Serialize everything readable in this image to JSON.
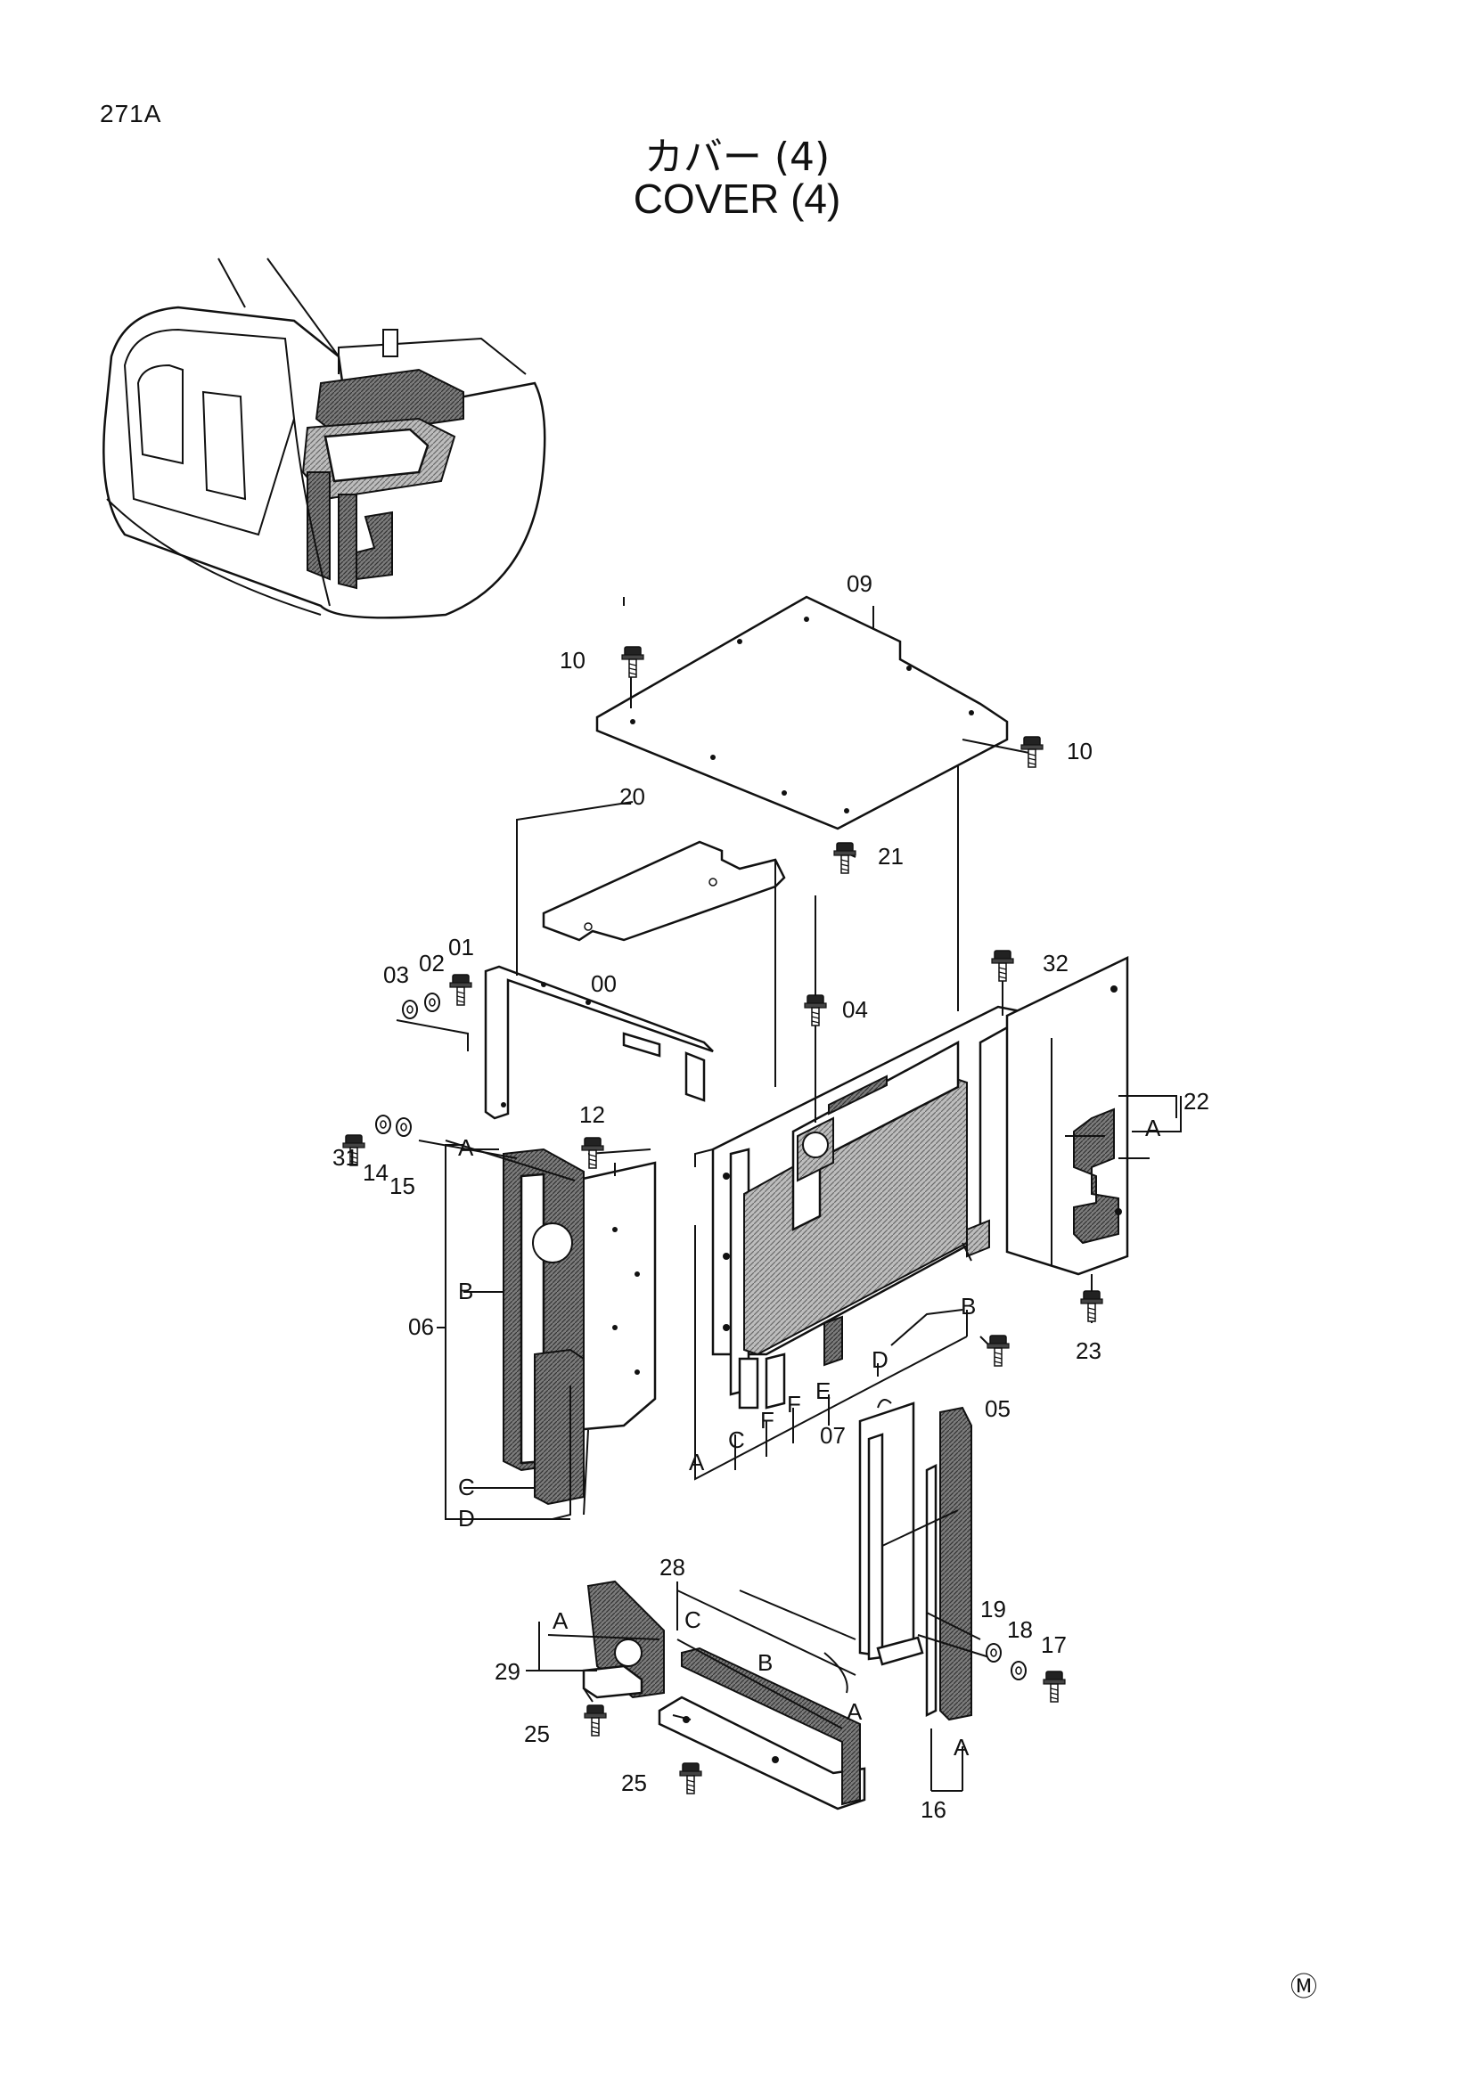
{
  "page_code": "271A",
  "title_jp": "カバー (4)",
  "title_en": "COVER (4)",
  "mark": "Ⓜ",
  "callouts": {
    "p00": "00",
    "p01": "01",
    "p02": "02",
    "p03": "03",
    "p04": "04",
    "p05": "05",
    "p06": "06",
    "p07": "07",
    "p09": "09",
    "p10a": "10",
    "p10b": "10",
    "p12": "12",
    "p14": "14",
    "p15": "15",
    "p16": "16",
    "p17": "17",
    "p18": "18",
    "p19": "19",
    "p20": "20",
    "p21": "21",
    "p22": "22",
    "p23": "23",
    "p25a": "25",
    "p25b": "25",
    "p28": "28",
    "p29": "29",
    "p31": "31",
    "p32": "32"
  },
  "letters": {
    "a": "A",
    "b": "B",
    "c": "C",
    "d": "D",
    "e": "E",
    "f": "F"
  },
  "icons": {
    "fastener": "bolt-icon",
    "washer": "washer-icon"
  }
}
